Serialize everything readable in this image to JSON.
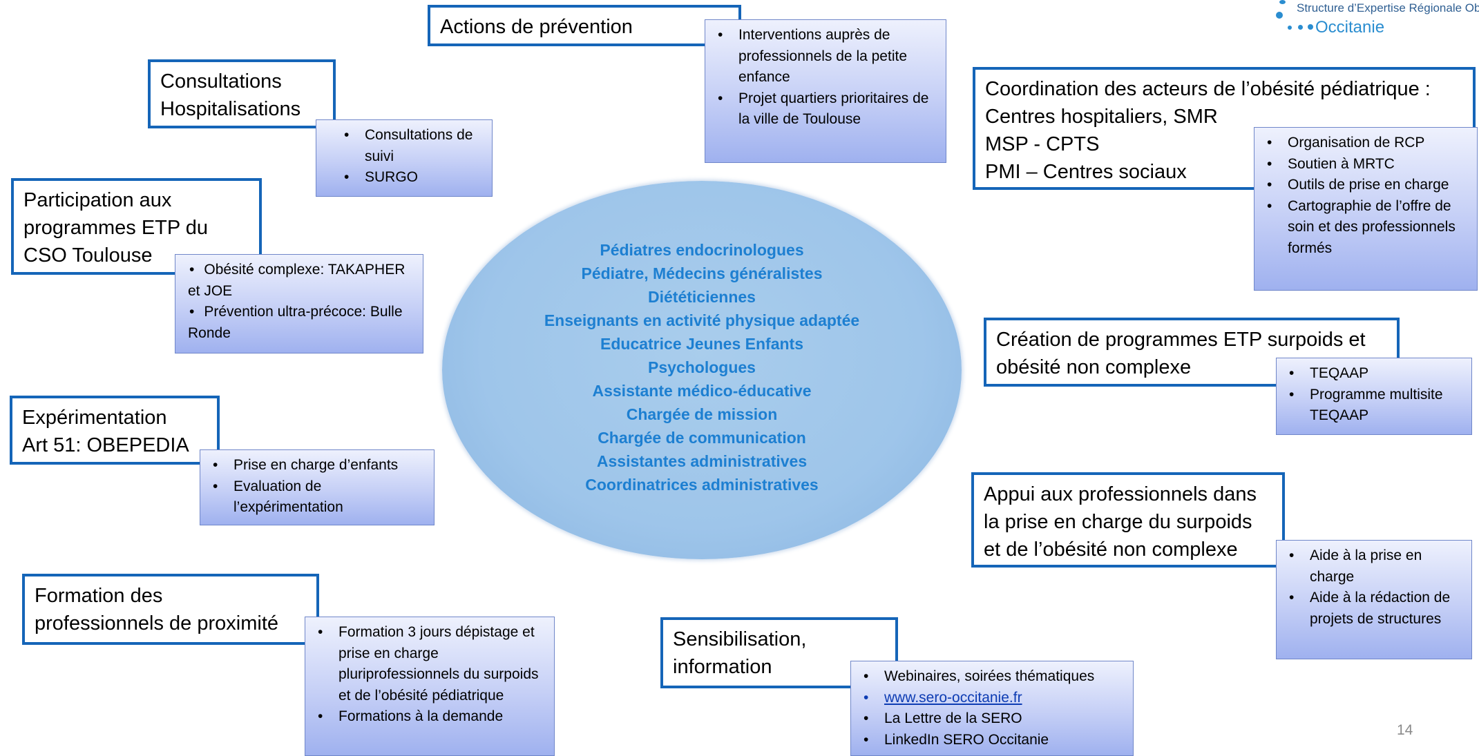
{
  "logo": {
    "tagline": "Structure d’Expertise Régionale Ob",
    "name": "Occitanie"
  },
  "center": {
    "lines": [
      "Pédiatres endocrinologues",
      "Pédiatre, Médecins généralistes",
      "Diététiciennes",
      "Enseignants en activité physique adaptée",
      "Educatrice Jeunes Enfants",
      "Psychologues",
      "Assistante médico-éducative",
      "Chargée de mission",
      "Chargée de communication",
      "Assistantes administratives",
      "Coordinatrices administratives"
    ]
  },
  "consultations": {
    "title": "Consultations\nHospitalisations",
    "items": [
      "Consultations de suivi",
      "SURGO"
    ]
  },
  "prevention": {
    "title": "Actions de prévention",
    "items": [
      "Interventions auprès de professionnels de la petite enfance",
      "Projet quartiers prioritaires de la ville de Toulouse"
    ]
  },
  "etp_cso": {
    "title": "Participation aux\nprogrammes ETP du\nCSO Toulouse",
    "items": [
      "Obésité complexe: TAKAPHER et JOE",
      "Prévention ultra-précoce: Bulle Ronde"
    ]
  },
  "experimentation": {
    "title": "Expérimentation\nArt 51: OBEPEDIA",
    "items": [
      "Prise en charge d’enfants",
      "Evaluation de l’expérimentation"
    ]
  },
  "formation": {
    "title": "Formation des\nprofessionnels de proximité",
    "items": [
      "Formation 3 jours dépistage et prise en charge pluriprofessionnels du surpoids et de l’obésité pédiatrique",
      "Formations à la demande"
    ]
  },
  "sensibilisation": {
    "title": "Sensibilisation,\ninformation",
    "items": [
      "Webinaires, soirées thématiques",
      "www.sero-occitanie.fr",
      "La Lettre de la SERO",
      "LinkedIn SERO Occitanie"
    ]
  },
  "coordination": {
    "title": "Coordination des acteurs de l’obésité pédiatrique :\nCentres hospitaliers, SMR\nMSP - CPTS\nPMI – Centres sociaux",
    "items": [
      "Organisation de RCP",
      "Soutien à MRTC",
      "Outils de prise en charge",
      "Cartographie de l’offre de soin et des professionnels formés"
    ]
  },
  "creation_etp": {
    "title": "Création de programmes ETP surpoids et\nobésité non complexe",
    "items": [
      "TEQAAP",
      "Programme multisite TEQAAP"
    ]
  },
  "appui": {
    "title": "Appui aux professionnels dans\nla prise en charge du surpoids\net de l’obésité non complexe",
    "items": [
      "Aide à la prise en charge",
      "Aide à la rédaction de projets de structures"
    ]
  },
  "page_number": "14",
  "colors": {
    "box_border": "#1565b8",
    "center_text": "#1d7fd1",
    "ellipse": "#9ec5ea"
  }
}
